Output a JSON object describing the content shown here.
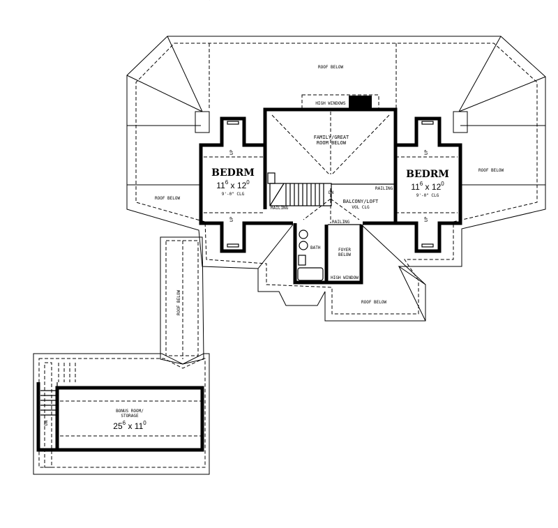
{
  "roof_labels": {
    "top": "ROOF BELOW",
    "left": "ROOF BELOW",
    "right": "ROOF BELOW",
    "bottom": "ROOF BELOW",
    "connector": "ROOF BELOW"
  },
  "high_windows": "HIGH WINDOWS",
  "family_room": {
    "line1": "FAMILY/GREAT",
    "line2": "ROOM BELOW"
  },
  "bedroom_left": {
    "name": "BEDRM",
    "dim_w": "11",
    "dim_w_sup": "6",
    "x": "x",
    "dim_l": "12",
    "dim_l_sup": "0",
    "ceiling": "9'-0\" CLG"
  },
  "bedroom_right": {
    "name": "BEDRM",
    "dim_w": "11",
    "dim_w_sup": "6",
    "x": "x",
    "dim_l": "12",
    "dim_l_sup": "0",
    "ceiling": "9'-0\" CLG"
  },
  "up_label": "UP",
  "dn_label": "DN",
  "railing_label": "RAILING",
  "balcony": {
    "line1": "BALCONY/LOFT",
    "line2": "VOL CLG"
  },
  "bath": "BATH",
  "foyer": {
    "line1": "FOYER",
    "line2": "BELOW"
  },
  "high_window": "HIGH WINDOW",
  "bonus_room": {
    "line1": "BONUS ROOM/",
    "line2": "STORAGE",
    "dim_w": "25",
    "dim_w_sup": "6",
    "x": "x",
    "dim_l": "11",
    "dim_l_sup": "0"
  }
}
